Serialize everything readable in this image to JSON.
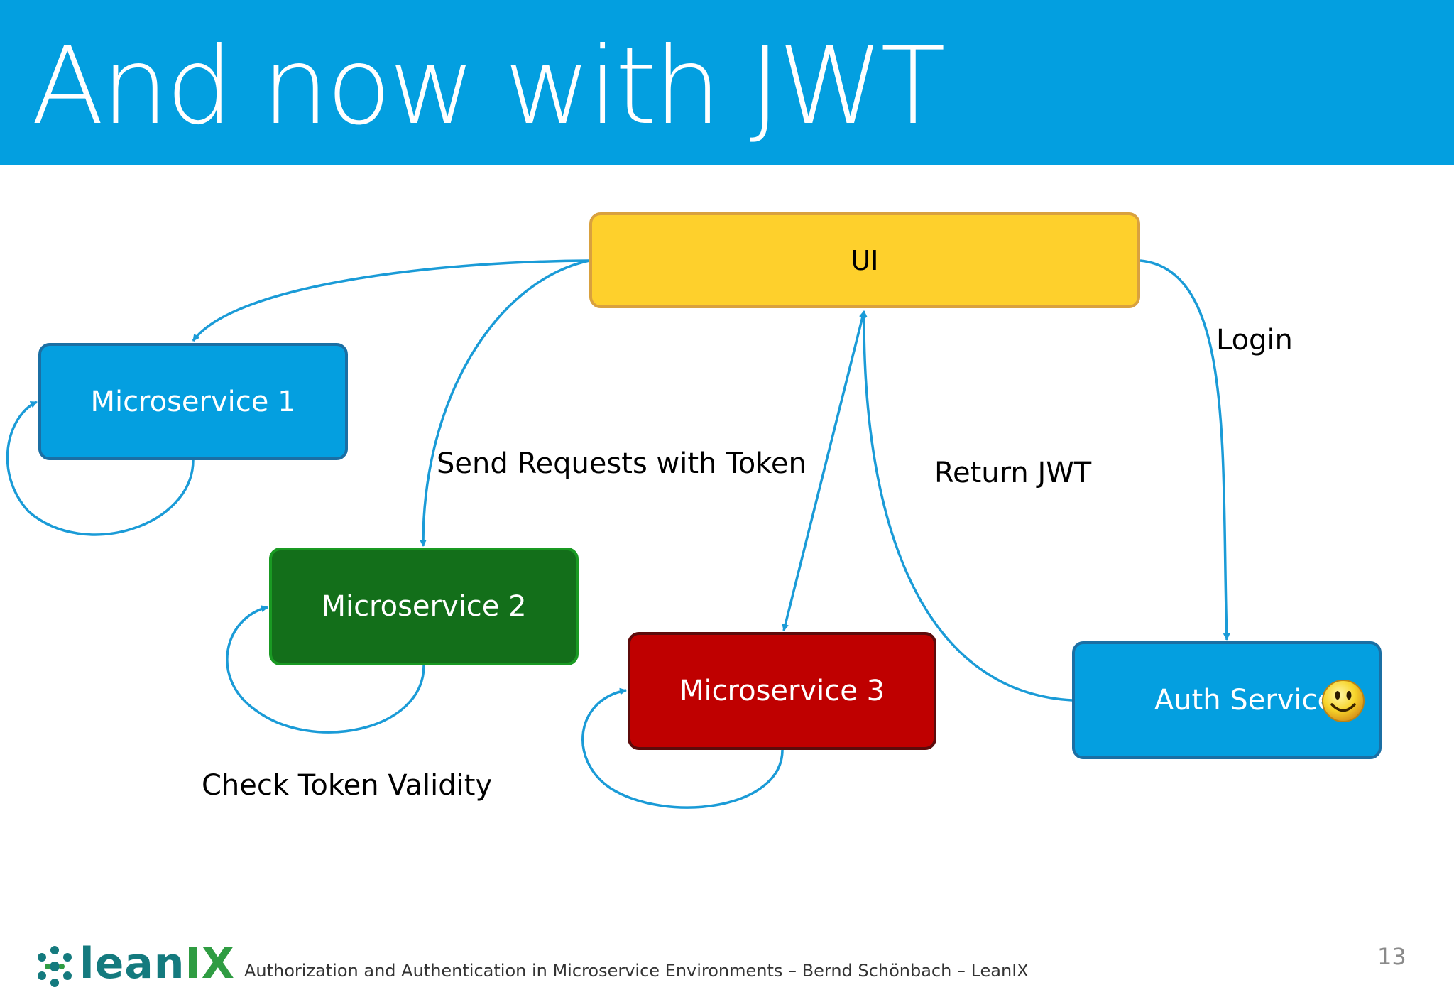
{
  "slide": {
    "title": "And now with JWT",
    "page_number": "13",
    "footer": "Authorization and Authentication in Microservice Environments – Bernd Schönbach – LeanIX"
  },
  "logo": {
    "word_main": "lean",
    "word_accent": "IX"
  },
  "nodes": {
    "ui": "UI",
    "ms1": "Microservice 1",
    "ms2": "Microservice 2",
    "ms3": "Microservice 3",
    "auth": "Auth Service"
  },
  "edge_labels": {
    "login": "Login",
    "send_requests": "Send Requests with Token",
    "return_jwt": "Return JWT",
    "check_token": "Check Token Validity"
  },
  "colors": {
    "header": "#039fe0",
    "arrow": "#1a9bd7",
    "ui_fill": "#fed02c",
    "ms1_fill": "#049fe0",
    "ms2_fill": "#136f1a",
    "ms3_fill": "#bf0000",
    "auth_fill": "#049fe0"
  },
  "icons": {
    "auth_badge": "smiley-face-icon",
    "brand": "leanix-logo-icon"
  }
}
